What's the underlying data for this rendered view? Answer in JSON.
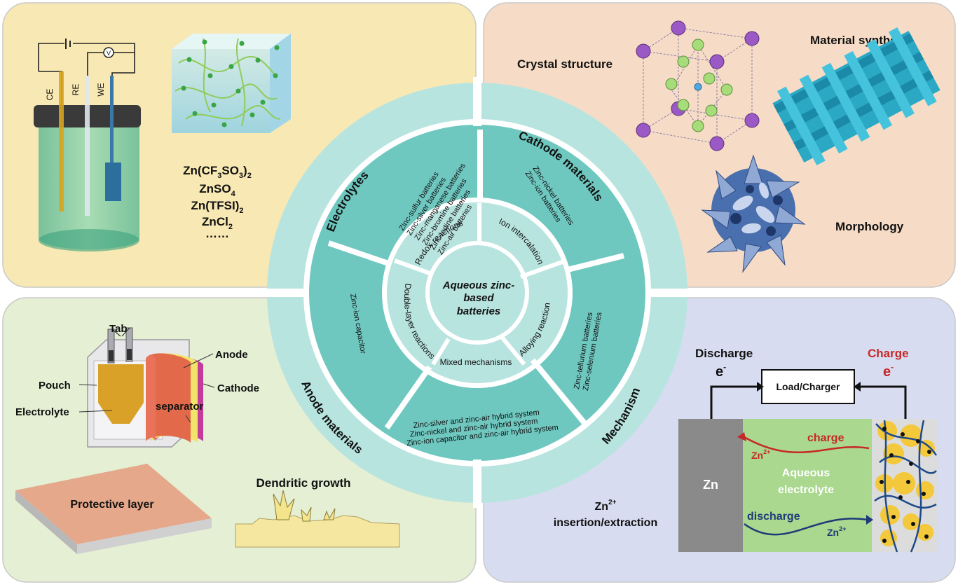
{
  "center": {
    "title_lines": [
      "Aqueous zinc-",
      "based",
      "batteries"
    ]
  },
  "outer_ring": {
    "electrolytes": "Electrolytes",
    "cathode": "Cathode materials",
    "mechanism": "Mechanism",
    "anode": "Anode materials"
  },
  "middle_ring": {
    "top_left": [
      "Zinc-sulfur batteries",
      "Zinc-silver batteries",
      "Zinc-manganese batteries",
      "Zinc-bromine batteries",
      "Zinc-iodine batteries",
      "Zinc-air batteries"
    ],
    "top_right": [
      "Zinc-nickel batteries",
      "Zinc-ion batteries"
    ],
    "right": [
      "Zinc-tellurium batteries",
      "Zinc-selenium batteries"
    ],
    "bottom": [
      "Zinc-silver and zinc-air hybrid system",
      "Zinc-nickel and zinc-air hybrid system",
      "Zinc-ion capacitor and zinc-air hybrid system"
    ],
    "left": [
      "Zinc-ion capacitor"
    ]
  },
  "inner_ring": {
    "redox": "Redox reactions",
    "ion_intercalation": "Ion intercalation",
    "alloying": "Alloying reaction",
    "mixed": "Mixed mechanisms",
    "double_layer": "Double-layer reactions"
  },
  "electrolytes_panel": {
    "electrodes": [
      "CE",
      "RE",
      "WE"
    ],
    "voltmeter": "V",
    "formulas": [
      "Zn(CF3SO3)2",
      "ZnSO4",
      "Zn(TFSI)2",
      "ZnCl2",
      "……"
    ]
  },
  "cathode_panel": {
    "crystal": "Crystal structure",
    "synthesis": "Material synthesis",
    "morphology": "Morphology"
  },
  "anode_panel": {
    "tab": "Tab",
    "pouch": "Pouch",
    "electrolyte": "Electrolyte",
    "anode": "Anode",
    "cathode": "Cathode",
    "separator": "separator",
    "protective": "Protective layer",
    "dendritic": "Dendritic growth"
  },
  "mechanism_panel": {
    "discharge": "Discharge",
    "charge": "Charge",
    "electron": "e",
    "electron_sup": "-",
    "load": "Load/Charger",
    "charge_arrow": "charge",
    "discharge_arrow": "discharge",
    "zn": "Zn",
    "ion": "Zn",
    "ion_sup": "2+",
    "aqueous_1": "Aqueous",
    "aqueous_2": "electrolyte",
    "insertion_1": "Zn",
    "insertion_sup": "2+",
    "insertion_2": "insertion/extraction"
  },
  "colors": {
    "electrolytes_bg": "#f8e8b3",
    "cathode_bg": "#f6dcc6",
    "anode_bg": "#e4efd4",
    "mechanism_bg": "#d8dcf0",
    "outer_ring": "#b8e4e0",
    "teal": "#6fc8c0",
    "charge_red": "#c62828",
    "discharge_blue": "#1e3a78"
  }
}
